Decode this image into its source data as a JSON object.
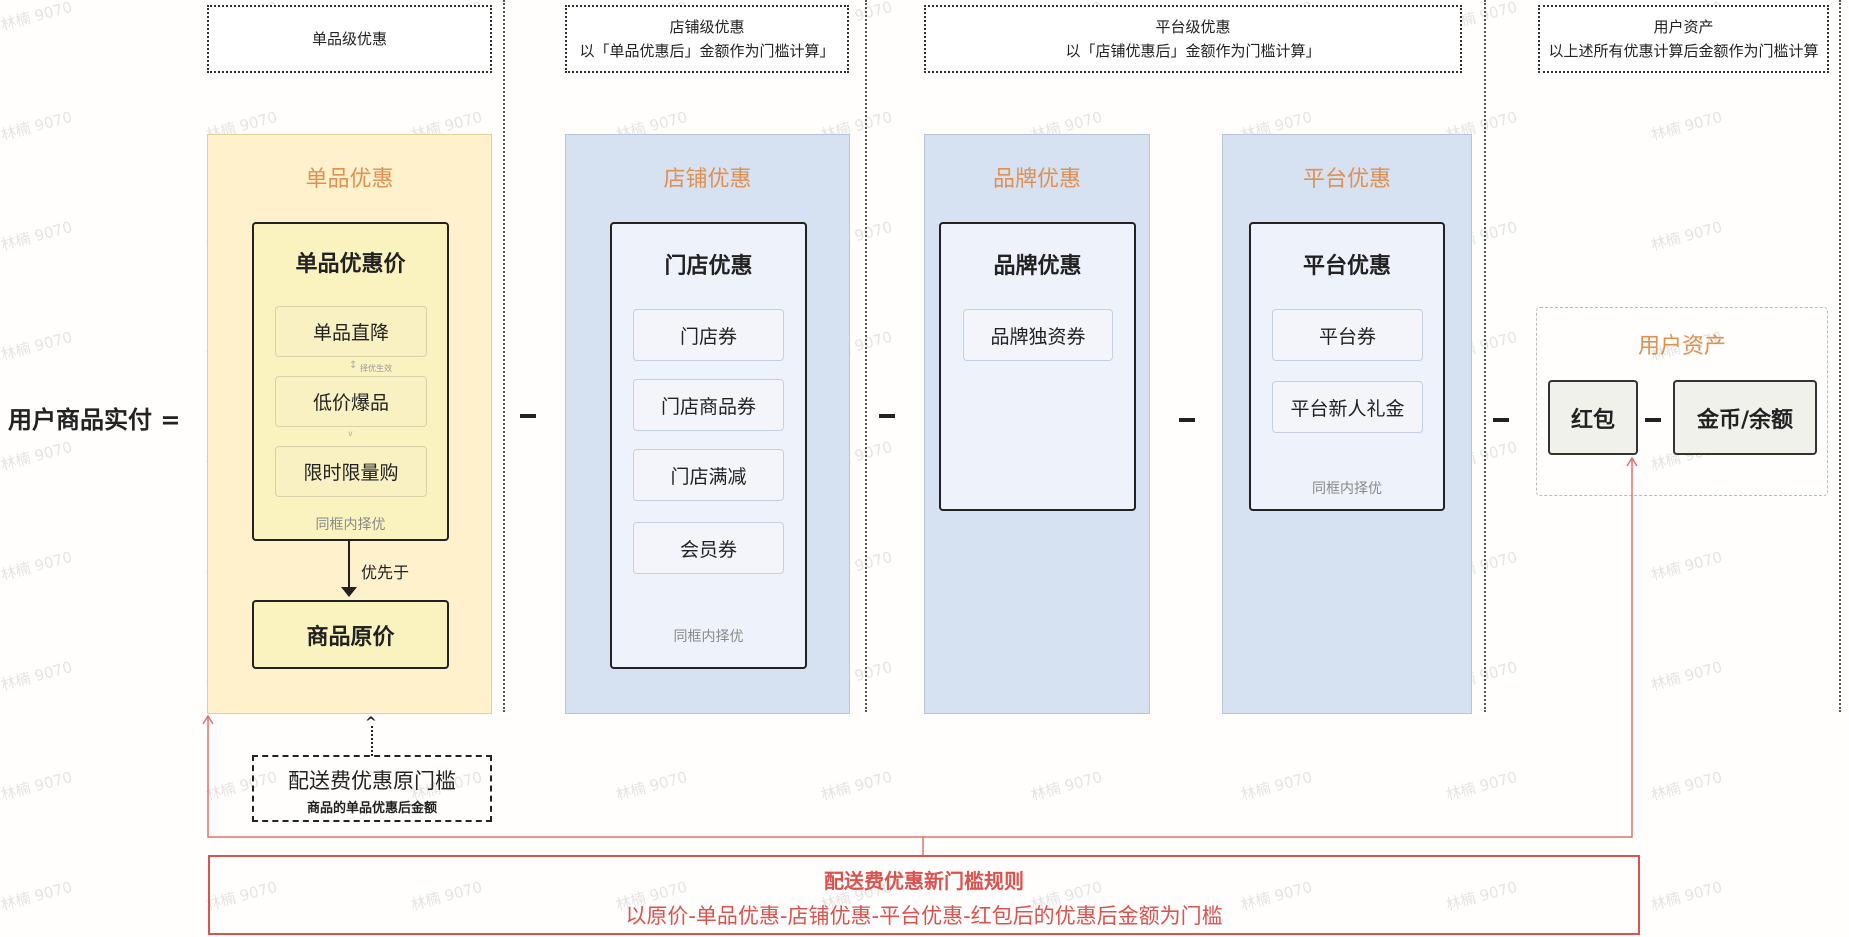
{
  "formula_label": "用户商品实付 =",
  "headers": [
    {
      "title": "单品级优惠",
      "subtitle": ""
    },
    {
      "title": "店铺级优惠",
      "subtitle": "以「单品优惠后」金额作为门槛计算」"
    },
    {
      "title": "平台级优惠",
      "subtitle": "以「店铺优惠后」金额作为门槛计算」"
    },
    {
      "title": "用户资产",
      "subtitle": "以上述所有优惠计算后金额作为门槛计算"
    }
  ],
  "item_panel": {
    "title": "单品优惠",
    "inner_title": "单品优惠价",
    "items": [
      "单品直降",
      "低价爆品",
      "限时限量购"
    ],
    "between_note": "择优生效",
    "footer": "同框内择优",
    "arrow_label": "优先于",
    "base_price": "商品原价"
  },
  "store_panel": {
    "title": "店铺优惠",
    "inner_title": "门店优惠",
    "items": [
      "门店券",
      "门店商品券",
      "门店满减",
      "会员券"
    ],
    "footer": "同框内择优"
  },
  "brand_panel": {
    "title": "品牌优惠",
    "inner_title": "品牌优惠",
    "items": [
      "品牌独资券"
    ]
  },
  "platform_panel": {
    "title": "平台优惠",
    "inner_title": "平台优惠",
    "items": [
      "平台券",
      "平台新人礼金"
    ],
    "footer": "同框内择优"
  },
  "user_assets": {
    "title": "用户资产",
    "items": [
      "红包",
      "金币/余额"
    ]
  },
  "old_threshold": {
    "title": "配送费优惠原门槛",
    "subtitle": "商品的单品优惠后金额"
  },
  "new_rule": {
    "title": "配送费优惠新门槛规则",
    "subtitle": "以原价-单品优惠-店铺优惠-平台优惠-红包后的优惠后金额为门槛"
  },
  "watermark": "林楠 9070",
  "colors": {
    "panel_title": "#e09050",
    "rule_red": "#d9534f",
    "yellow_panel": "#fff1cc",
    "blue_panel": "#d6e1f2"
  }
}
